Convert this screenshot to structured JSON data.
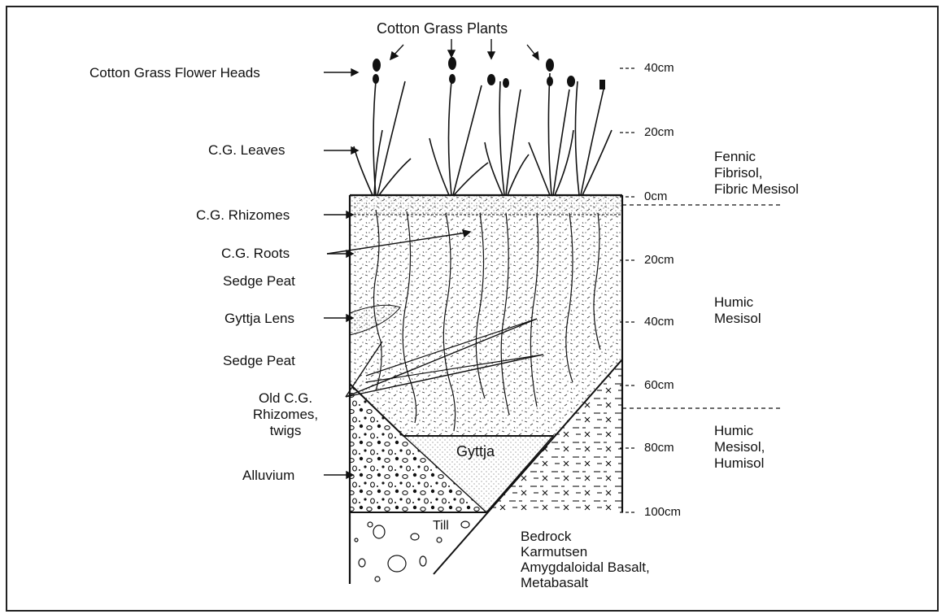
{
  "labels": {
    "cotton_grass_plants": "Cotton Grass Plants",
    "flower_heads": "Cotton Grass Flower Heads",
    "leaves": "C.G. Leaves",
    "rhizomes": "C.G. Rhizomes",
    "roots": "C.G. Roots",
    "sedge_peat_1": "Sedge Peat",
    "gyttja_lens": "Gyttja Lens",
    "sedge_peat_2": "Sedge Peat",
    "old_rhizomes_1": "Old C.G.",
    "old_rhizomes_2": "Rhizomes,",
    "old_rhizomes_3": "twigs",
    "alluvium": "Alluvium",
    "gyttja": "Gyttja",
    "till": "Till",
    "bedrock_1": "Bedrock",
    "bedrock_2": "Karmutsen",
    "bedrock_3": "Amygdaloidal Basalt,",
    "bedrock_4": "Metabasalt"
  },
  "depth_scale": {
    "above": [
      "40cm",
      "20cm",
      "0cm"
    ],
    "below": [
      "20cm",
      "40cm",
      "60cm",
      "80cm",
      "100cm"
    ]
  },
  "soil_classes": {
    "fennic": [
      "Fennic",
      "Fibrisol,",
      "Fibric Mesisol"
    ],
    "humic_mesisol": [
      "Humic",
      "Mesisol"
    ],
    "humic_humisol": [
      "Humic",
      "Mesisol,",
      "Humisol"
    ]
  },
  "colors": {
    "ink": "#111111",
    "paper": "#ffffff"
  }
}
